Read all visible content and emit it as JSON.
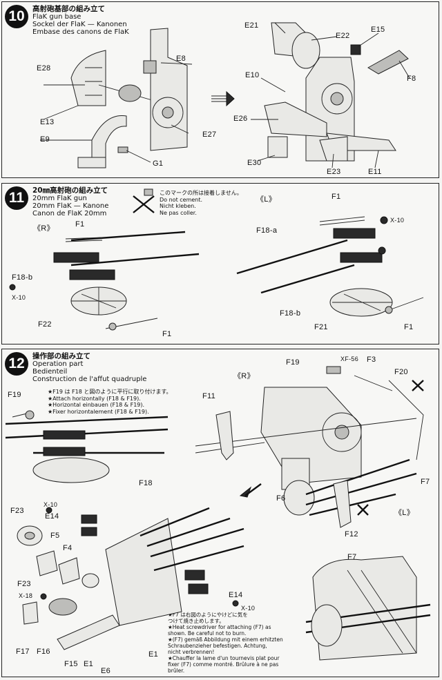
{
  "step10": {
    "number": "10",
    "title_jp": "高射砲基部の組み立て",
    "title_en": "FlaK gun base",
    "title_de": "Sockel der FlaK — Kanonen",
    "title_fr": "Embase des canons de FlaK",
    "labels": {
      "e8": "E8",
      "e28": "E28",
      "e13": "E13",
      "e9": "E9",
      "e27": "E27",
      "g1": "G1",
      "e21": "E21",
      "e22": "E22",
      "e15": "E15",
      "f8": "F8",
      "e10": "E10",
      "e26": "E26",
      "e30": "E30",
      "e23": "E23",
      "e11": "E11"
    }
  },
  "step11": {
    "number": "11",
    "title_jp": "20㎜高射砲の組み立て",
    "title_en": "20mm FlaK gun",
    "title_de": "20mm FlaK — Kanone",
    "title_fr": "Canon de FlaK 20mm",
    "no_cement_jp": "このマークの所は接着しません。",
    "no_cement_en": "Do not cement.",
    "no_cement_de": "Nicht kleben.",
    "no_cement_fr": "Ne pas coller.",
    "labels": {
      "r": "《R》",
      "l": "《L》",
      "f1_a": "F1",
      "f18b_a": "F18-b",
      "x10_a": "X-10",
      "f22": "F22",
      "f1_b": "F1",
      "f1_c": "F1",
      "f18a": "F18-a",
      "x10_b": "X-10",
      "f18b_b": "F18-b",
      "f21": "F21",
      "f1_d": "F1"
    }
  },
  "step12": {
    "number": "12",
    "title_jp": "操作部の組み立て",
    "title_en": "Operation part",
    "title_de": "Bedienteil",
    "title_fr": "Construction de l'affut quadruple",
    "attach_jp": "★F19 は F18 と図のように平行に取り付けます。",
    "attach_en": "★Attach horizontally (F18 & F19).",
    "attach_de": "★Horizontal einbauen (F18 & F19).",
    "attach_fr": "★Fixer horizontalement (F18 & F19).",
    "heat_jp1": "★F7 は右図のようにやけどに気を",
    "heat_jp2": "つけて焼き止めします。",
    "heat_en1": "★Heat screwdriver for attaching (F7) as",
    "heat_en2": "shown. Be careful not to burn.",
    "heat_de1": "★(F7) gemäß Abbildung mit einem erhitzten",
    "heat_de2": "Schraubenzieher befestigen. Achtung,",
    "heat_de3": "nicht verbrennen!",
    "heat_fr1": "★Chauffer la lame d'un tournevis plat pour",
    "heat_fr2": "fixer (F7) comme montré. Brûlure à ne pas",
    "heat_fr3": "brûler.",
    "labels": {
      "f19_a": "F19",
      "f18": "F18",
      "f11": "F11",
      "r": "《R》",
      "f19_b": "F19",
      "xf56": "XF-56",
      "f3": "F3",
      "f20": "F20",
      "f6": "F6",
      "f7_a": "F7",
      "l": "《L》",
      "f12": "F12",
      "x10_a": "X-10",
      "e14_a": "E14",
      "f23_a": "F23",
      "f5": "F5",
      "f4": "F4",
      "f23_b": "F23",
      "x18": "X-18",
      "f17": "F17",
      "f16": "F16",
      "f15": "F15",
      "e1_a": "E1",
      "e6": "E6",
      "e1_b": "E1",
      "e14_b": "E14",
      "x10_b": "X-10",
      "f7_b": "F7"
    }
  }
}
